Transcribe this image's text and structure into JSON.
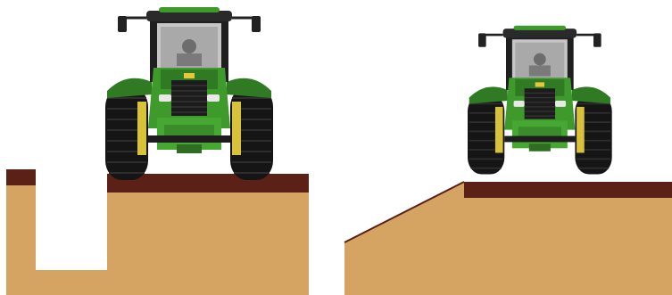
{
  "colors": {
    "background": "#ffffff",
    "soil": "#d5a462",
    "topsoil": "#5b2117",
    "tractor_body_green": "#3f9a2c",
    "tractor_dark_green": "#1f5e1a",
    "tractor_yellow": "#e6c63a",
    "tire": "#161616",
    "glass": "#bdbdbd",
    "metal": "#8c8c8c"
  },
  "panels": [
    {
      "id": "trench",
      "terrain": "trench"
    },
    {
      "id": "slope",
      "terrain": "slope"
    }
  ],
  "icons": [
    "tractor-icon",
    "tractor-icon"
  ]
}
